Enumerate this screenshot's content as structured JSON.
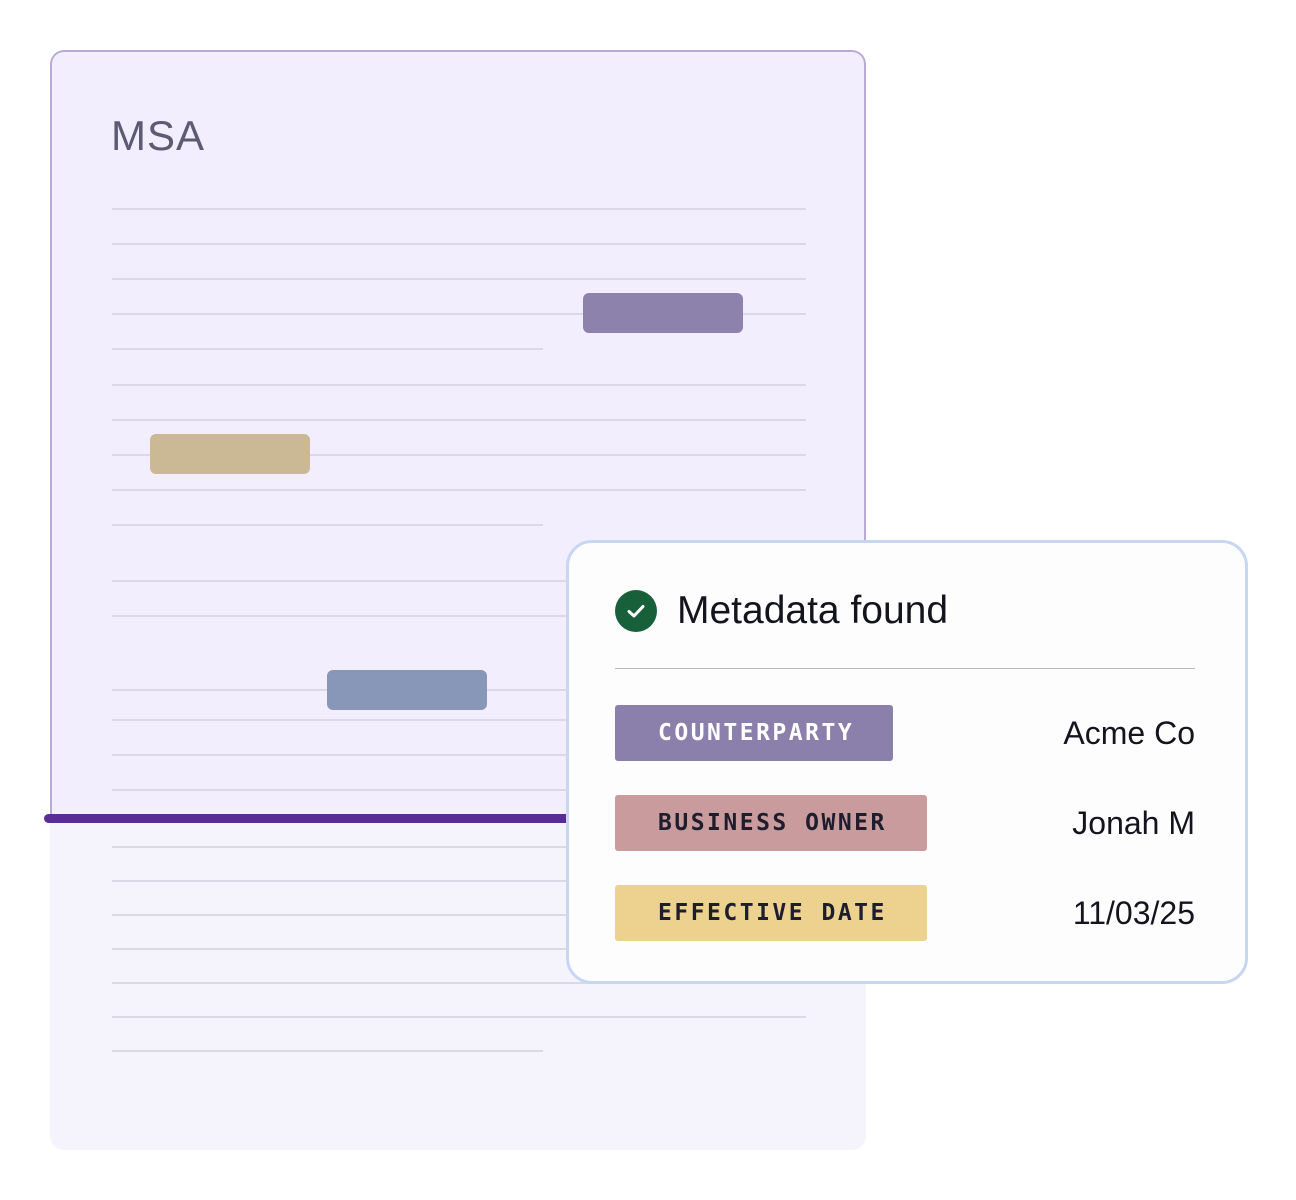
{
  "document": {
    "title": "MSA"
  },
  "metadata_card": {
    "title": "Metadata found",
    "status_icon": "check-circle-icon",
    "rows": [
      {
        "label": "COUNTERPARTY",
        "value": "Acme Co",
        "color": "#8b80ab"
      },
      {
        "label": "BUSINESS OWNER",
        "value": "Jonah M",
        "color": "#c99b9d"
      },
      {
        "label": "EFFECTIVE DATE",
        "value": "11/03/25",
        "color": "#edd28f"
      }
    ]
  },
  "colors": {
    "scan_line": "#5b2b98",
    "check": "#17603a",
    "highlight_purple": "#8c82ac",
    "highlight_tan": "#cbb894",
    "highlight_blue": "#8896b7"
  }
}
